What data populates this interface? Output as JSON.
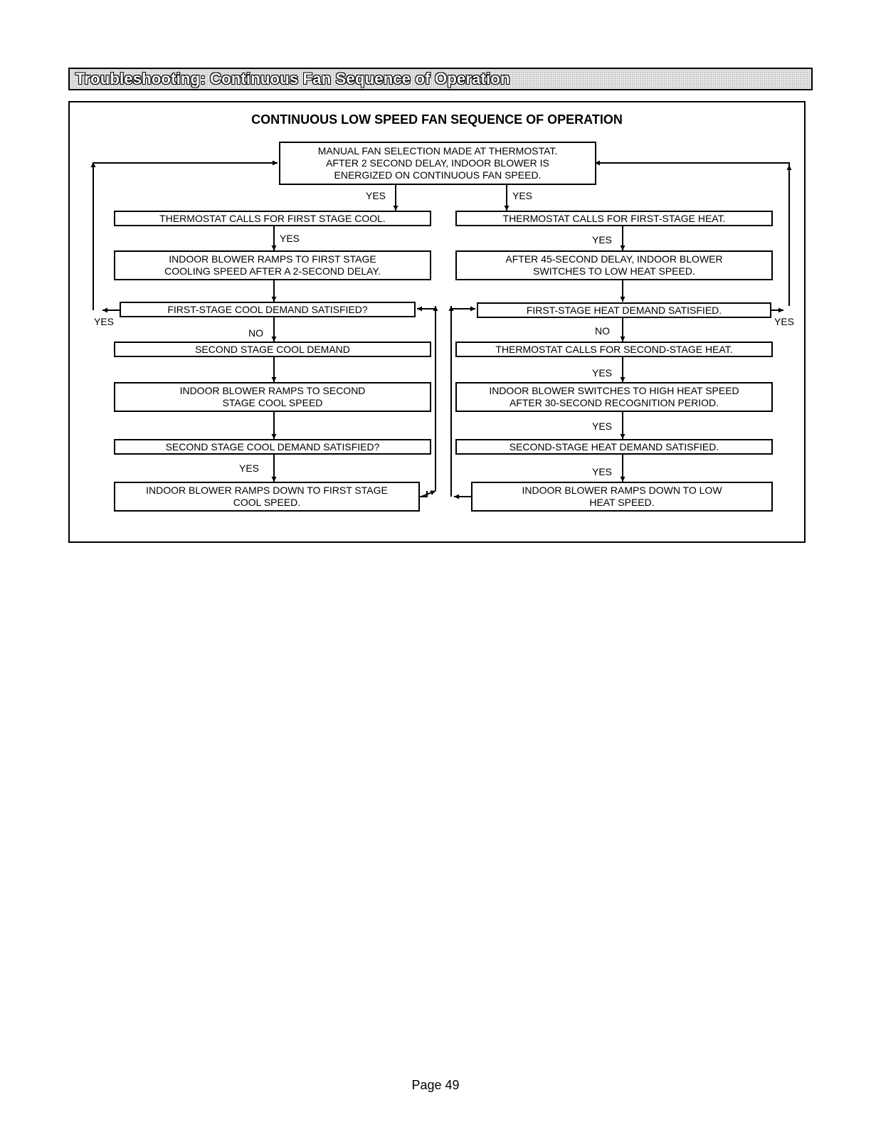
{
  "header": {
    "title": "Troubleshooting: Continuous Fan Sequence of Operation"
  },
  "diagram": {
    "title": "CONTINUOUS LOW SPEED FAN SEQUENCE OF OPERATION",
    "start": {
      "lines": [
        "MANUAL FAN SELECTION MADE AT THERMOSTAT.",
        "AFTER 2 SECOND DELAY, INDOOR BLOWER IS",
        "ENERGIZED ON CONTINUOUS FAN SPEED."
      ]
    },
    "cool": {
      "call": [
        "THERMOSTAT CALLS FOR FIRST STAGE  COOL."
      ],
      "ramp": [
        "INDOOR BLOWER RAMPS TO FIRST STAGE",
        "COOLING SPEED AFTER A 2-SECOND DELAY."
      ],
      "satisfied": [
        "FIRST-STAGE COOL DEMAND SATISFIED?"
      ],
      "second_demand": [
        "SECOND STAGE COOL DEMAND"
      ],
      "second_ramp": [
        "INDOOR BLOWER RAMPS TO SECOND",
        "STAGE COOL SPEED"
      ],
      "second_satisfied": [
        "SECOND STAGE COOL DEMAND SATISFIED?"
      ],
      "ramp_down": [
        "INDOOR BLOWER RAMPS DOWN TO FIRST STAGE",
        "COOL SPEED."
      ]
    },
    "heat": {
      "call": [
        "THERMOSTAT CALLS FOR FIRST-STAGE HEAT."
      ],
      "delay": [
        "AFTER 45-SECOND DELAY, INDOOR BLOWER",
        "SWITCHES TO LOW HEAT SPEED."
      ],
      "satisfied": [
        "FIRST-STAGE HEAT DEMAND SATISFIED."
      ],
      "second_call": [
        "THERMOSTAT CALLS FOR SECOND-STAGE HEAT."
      ],
      "high": [
        "INDOOR BLOWER SWITCHES TO HIGH HEAT SPEED",
        "AFTER 30-SECOND RECOGNITION PERIOD."
      ],
      "second_satisfied": [
        "SECOND-STAGE HEAT DEMAND SATISFIED."
      ],
      "ramp_down": [
        "INDOOR BLOWER RAMPS DOWN TO LOW",
        "HEAT SPEED."
      ]
    },
    "labels": {
      "yes": "YES",
      "no": "NO"
    }
  },
  "footer": {
    "page": "Page 49"
  }
}
